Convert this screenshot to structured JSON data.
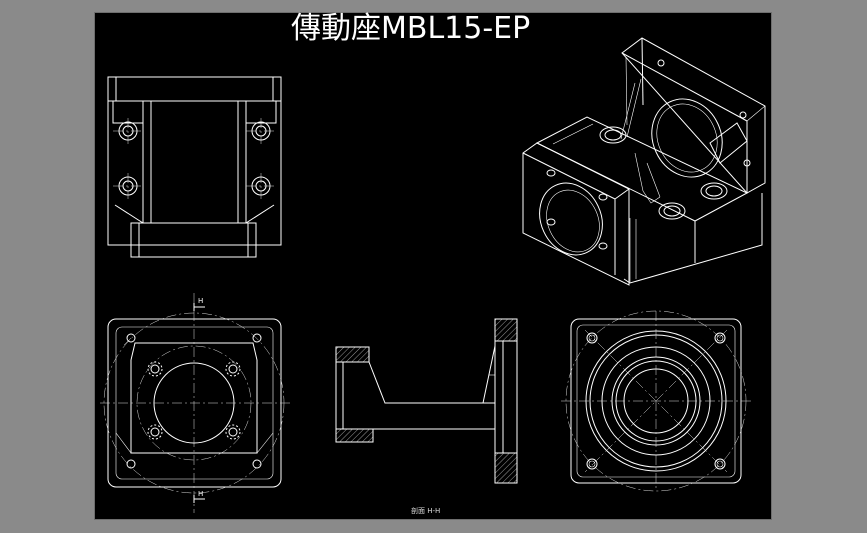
{
  "drawing": {
    "title": "傳動座MBL15-EP",
    "section_caption": "剖面 H-H",
    "section_mark_top": "H",
    "section_mark_bottom": "H"
  }
}
